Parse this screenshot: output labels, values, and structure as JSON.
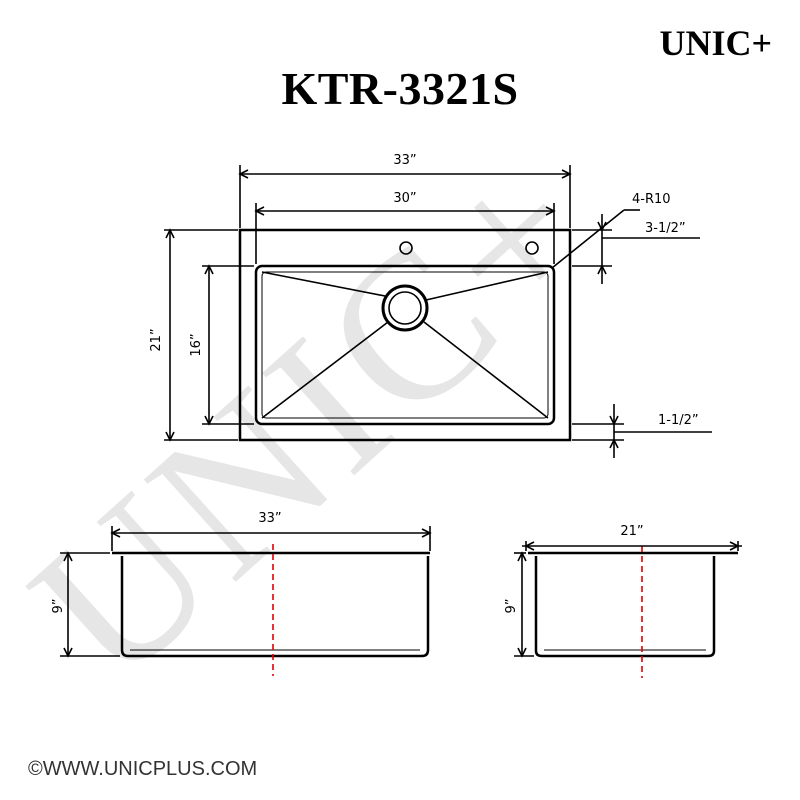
{
  "brand": "UNIC+",
  "model": "KTR-3321S",
  "watermark": "UNIC+",
  "copyright": "©WWW.UNICPLUS.COM",
  "top_view": {
    "overall_width": "33”",
    "bowl_width": "30”",
    "overall_depth": "21”",
    "bowl_depth": "16”",
    "corner_radius": "4-R10",
    "rear_deck": "3-1/2”",
    "front_deck": "1-1/2”"
  },
  "front_view": {
    "width": "33”",
    "height": "9”"
  },
  "side_view": {
    "width": "21”",
    "height": "9”"
  },
  "colors": {
    "line": "#000000",
    "centerline": "#e00000",
    "watermark": "#e6e6e6"
  }
}
